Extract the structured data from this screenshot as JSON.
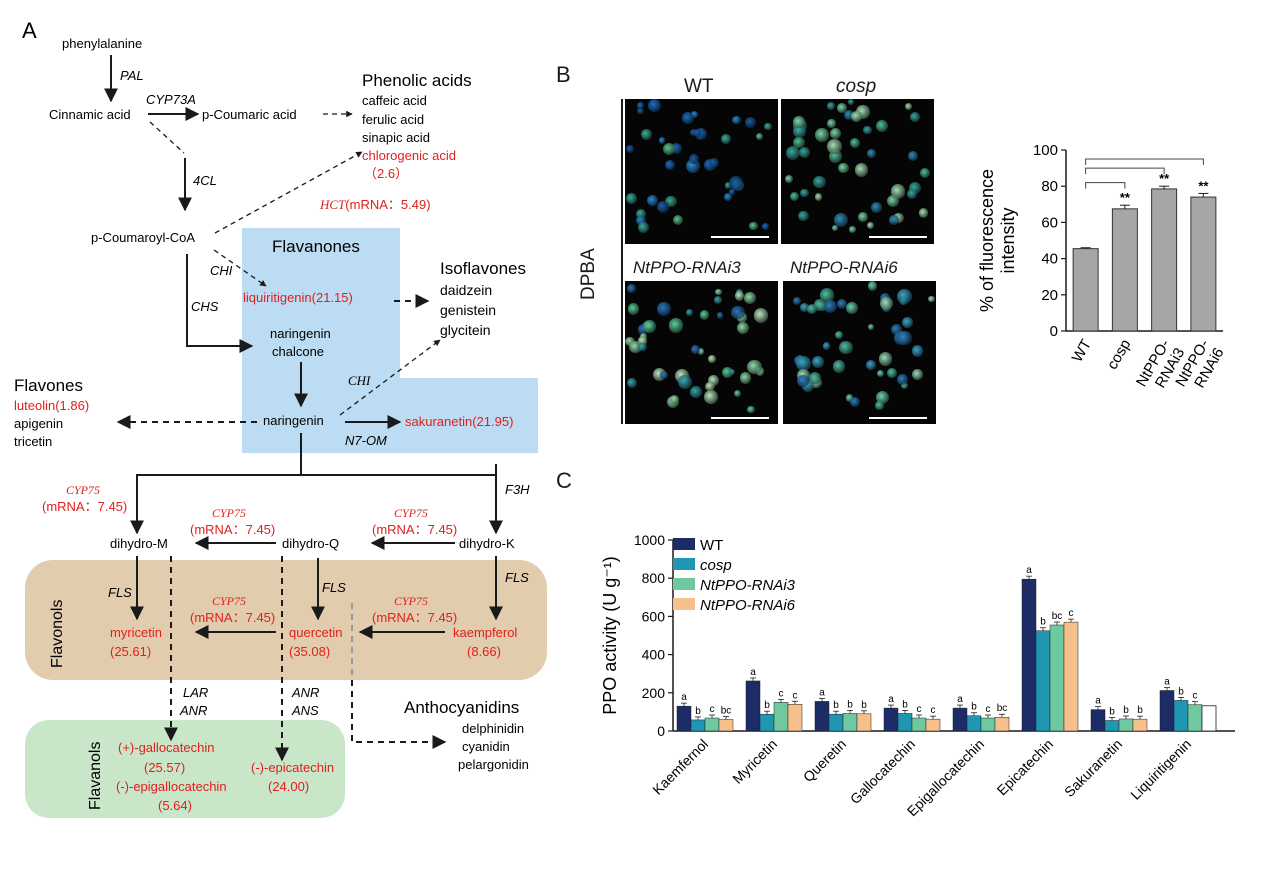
{
  "panelA": {
    "label": "A",
    "nodes": {
      "phenylalanine": "phenylalanine",
      "cinnamic": "Cinnamic acid",
      "pcoumaric": "p-Coumaric acid",
      "pcoumaroyl": "p-Coumaroyl-CoA",
      "liquiritigenin": "liquiritigenin(21.15)",
      "naringenin_chalcone_1": "naringenin",
      "naringenin_chalcone_2": "chalcone",
      "naringenin": "naringenin",
      "sakuranetin": "sakuranetin(21.95)",
      "dihydroM": "dihydro-M",
      "dihydroQ": "dihydro-Q",
      "dihydroK": "dihydro-K",
      "myricetin": "myricetin",
      "myricetin_val": "(25.61)",
      "quercetin": "quercetin",
      "quercetin_val": "(35.08)",
      "kaempferol": "kaempferol",
      "kaempferol_val": "(8.66)",
      "gallocatechin": "(+)-gallocatechin",
      "gallocatechin_val": "(25.57)",
      "epigallocatechin": "(-)-epigallocatechin",
      "epigallocatechin_val": "(5.64)",
      "epicatechin": "(-)-epicatechin",
      "epicatechin_val": "(24.00)"
    },
    "enzymes": {
      "pal": "PAL",
      "cyp73a": "CYP73A",
      "fourcl": "4CL",
      "hct": "HCT",
      "hct_val": "(mRNA：5.49)",
      "chi1": "CHI",
      "chs": "CHS",
      "chi2": "CHI",
      "n7om": "N7-OM",
      "f3h": "F3H",
      "cyp75": "CYP75",
      "cyp75_val": "(mRNA：7.45)",
      "fls": "FLS",
      "lar": "LAR",
      "anr": "ANR",
      "ans": "ANS"
    },
    "groups": {
      "phenolic_title": "Phenolic acids",
      "phenolic_items": [
        "caffeic acid",
        "ferulic acid",
        "sinapic acid"
      ],
      "chlorogenic": "chlorogenic acid",
      "chlorogenic_val": "（2.6）",
      "flavanones": "Flavanones",
      "isoflavones_title": "Isoflavones",
      "isoflavones_items": [
        "daidzein",
        "genistein",
        "glycitein"
      ],
      "flavones_title": "Flavones",
      "luteolin": "luteolin(1.86)",
      "flavones_items": [
        "apigenin",
        "tricetin"
      ],
      "flavonols": "Flavonols",
      "flavanols": "Flavanols",
      "anthocyanidins_title": "Anthocyanidins",
      "anthocyanidins_items": [
        "delphinidin",
        "cyanidin",
        "pelargonidin"
      ]
    },
    "colors": {
      "red": "#e0201c",
      "flavanones_bg": "#bcdcf3",
      "flavonols_bg": "#e2ccae",
      "flavanols_bg": "#c9e6c9"
    }
  },
  "panelB": {
    "label": "B",
    "row_label": "DPBA",
    "images": [
      {
        "label": "WT",
        "italic": false
      },
      {
        "label": "cosp",
        "italic": true
      },
      {
        "label": "NtPPO-RNAi3",
        "italic": true
      },
      {
        "label": "NtPPO-RNAi6",
        "italic": true
      }
    ],
    "chart_data": {
      "type": "bar",
      "categories": [
        "WT",
        "cosp",
        "NtPPO-RNAi3",
        "NtPPO-RNAi6"
      ],
      "tick_labels": [
        [
          "WT"
        ],
        [
          "cosp"
        ],
        [
          "NtPPO-",
          "RNAi3"
        ],
        [
          "NtPPO-",
          "RNAi6"
        ]
      ],
      "values": [
        45.5,
        67.5,
        78.5,
        74.0
      ],
      "errors": [
        0.5,
        2.0,
        1.5,
        2.0
      ],
      "significance": [
        "",
        "**",
        "**",
        "**"
      ],
      "ylabel": "% of fluorescence intensity",
      "ylabel_lines": [
        "% of fluorescence",
        "intensity"
      ],
      "ylim": [
        0,
        100
      ],
      "yticks": [
        0,
        20,
        40,
        60,
        80,
        100
      ],
      "bar_color": "#a6a6a6"
    }
  },
  "panelC": {
    "label": "C",
    "chart_data": {
      "type": "bar",
      "categories": [
        "Kaemfernol",
        "Myricetin",
        "Queretin",
        "Gallocatechin",
        "Epigallocatechin",
        "Epicatechin",
        "Sakuranetin",
        "Liquiritigenin"
      ],
      "series": [
        {
          "name": "WT",
          "italic": false,
          "color": "#1d2b66",
          "values": [
            130,
            262,
            155,
            120,
            120,
            795,
            112,
            212
          ],
          "letters": [
            "a",
            "a",
            "a",
            "a",
            "a",
            "a",
            "a",
            "a"
          ]
        },
        {
          "name": "cosp",
          "italic": true,
          "color": "#1f97b3",
          "values": [
            58,
            88,
            88,
            92,
            80,
            525,
            55,
            160
          ],
          "letters": [
            "b",
            "b",
            "b",
            "b",
            "b",
            "b",
            "b",
            "b"
          ]
        },
        {
          "name": "NtPPO-RNAi3",
          "italic": true,
          "color": "#6ec8a0",
          "values": [
            68,
            150,
            92,
            68,
            68,
            555,
            63,
            138
          ],
          "letters": [
            "c",
            "c",
            "b",
            "c",
            "c",
            "bc",
            "b",
            "c"
          ]
        },
        {
          "name": "NtPPO-RNAi6",
          "italic": true,
          "color": "#f6c08d",
          "values": [
            60,
            140,
            90,
            62,
            72,
            570,
            62,
            0
          ],
          "letters": [
            "bc",
            "c",
            "b",
            "c",
            "bc",
            "c",
            "b",
            ""
          ]
        }
      ],
      "extra_bar": {
        "category": "Liquiritigenin",
        "value": 132,
        "color": "#ffffff"
      },
      "ylabel": "PPO activity (U g⁻¹)",
      "ylim": [
        0,
        1000
      ],
      "yticks": [
        0,
        200,
        400,
        600,
        800,
        1000
      ]
    }
  }
}
